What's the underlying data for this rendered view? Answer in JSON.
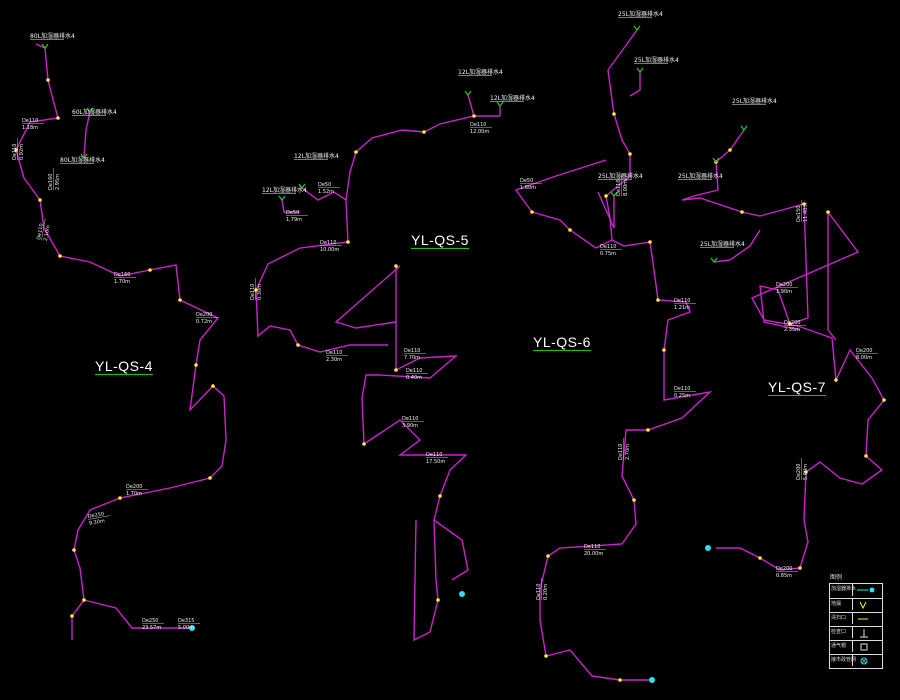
{
  "colors": {
    "background": "#000000",
    "pipe": "#cc22cc",
    "pipe_label": "#f2f2f2",
    "node": "#ffee33",
    "zone_underline": "#19c219",
    "zone_text": "#ffffff",
    "inlet": "#22cc22",
    "outlet": "#33ddee"
  },
  "zones": [
    {
      "id": "zone-yl-qs-4",
      "label": "YL-QS-4"
    },
    {
      "id": "zone-yl-qs-5",
      "label": "YL-QS-5"
    },
    {
      "id": "zone-yl-qs-6",
      "label": "YL-QS-6"
    },
    {
      "id": "zone-yl-qs-7",
      "label": "YL-QS-7"
    }
  ],
  "inlet_labels": [
    "80L加湿器排水4",
    "60L加湿器排水4",
    "80L加湿器排水4",
    "12L加湿器排水4",
    "12L加湿器排水4",
    "12L加湿器排水4",
    "12L加湿器排水4",
    "25L加湿器排水4",
    "25L加湿器排水4",
    "25L加湿器排水4",
    "25L加湿器排水4",
    "25L加湿器排水4",
    "25L加湿器排水4"
  ],
  "pipe_labels": [
    {
      "size": "De110",
      "length": "1.18m"
    },
    {
      "size": "De110",
      "length": "0.92m"
    },
    {
      "size": "De160",
      "length": "2.95m"
    },
    {
      "size": "De110",
      "length": "2.10m"
    },
    {
      "size": "De160",
      "length": "1.70m"
    },
    {
      "size": "De200",
      "length": "0.72m"
    },
    {
      "size": "De200",
      "length": "1.70m"
    },
    {
      "size": "De250",
      "length": "9.30m"
    },
    {
      "size": "De250",
      "length": "23.57m"
    },
    {
      "size": "De315",
      "length": "5.00m"
    },
    {
      "size": "De110",
      "length": "12.00m"
    },
    {
      "size": "De110",
      "length": "10.00m"
    },
    {
      "size": "De110",
      "length": "0.30m"
    },
    {
      "size": "De110",
      "length": "7.70m"
    },
    {
      "size": "De110",
      "length": "0.40m"
    },
    {
      "size": "De110",
      "length": "2.30m"
    },
    {
      "size": "De110",
      "length": "3.90m"
    },
    {
      "size": "De110",
      "length": "17.50m"
    },
    {
      "size": "De110",
      "length": "0.75m"
    },
    {
      "size": "De110",
      "length": "8.00m"
    },
    {
      "size": "De110",
      "length": "1.21m"
    },
    {
      "size": "De110",
      "length": "0.25m"
    },
    {
      "size": "De110",
      "length": "2.70m"
    },
    {
      "size": "De110",
      "length": "20.00m"
    },
    {
      "size": "De110",
      "length": "0.20m"
    },
    {
      "size": "De150",
      "length": "11.40m"
    },
    {
      "size": "De200",
      "length": "1.90m"
    },
    {
      "size": "De200",
      "length": "2.35m"
    },
    {
      "size": "De200",
      "length": "8.00m"
    },
    {
      "size": "De200",
      "length": "5.00m"
    },
    {
      "size": "De200",
      "length": "0.85m"
    },
    {
      "size": "De50",
      "length": "1.52m"
    },
    {
      "size": "De50",
      "length": "1.79m"
    },
    {
      "size": "De50",
      "length": "1.60m"
    }
  ],
  "legend": {
    "title": "图例",
    "rows": [
      {
        "text": "加湿器排水",
        "icon": "inlet-outlet-icon"
      },
      {
        "text": "地漏",
        "icon": "floor-drain-icon"
      },
      {
        "text": "清扫口",
        "icon": "cleanout-icon"
      },
      {
        "text": "检查口",
        "icon": "inspection-icon"
      },
      {
        "text": "通气帽",
        "icon": "vent-cap-icon"
      },
      {
        "text": "接市政管网",
        "icon": "outlet-icon"
      }
    ]
  }
}
